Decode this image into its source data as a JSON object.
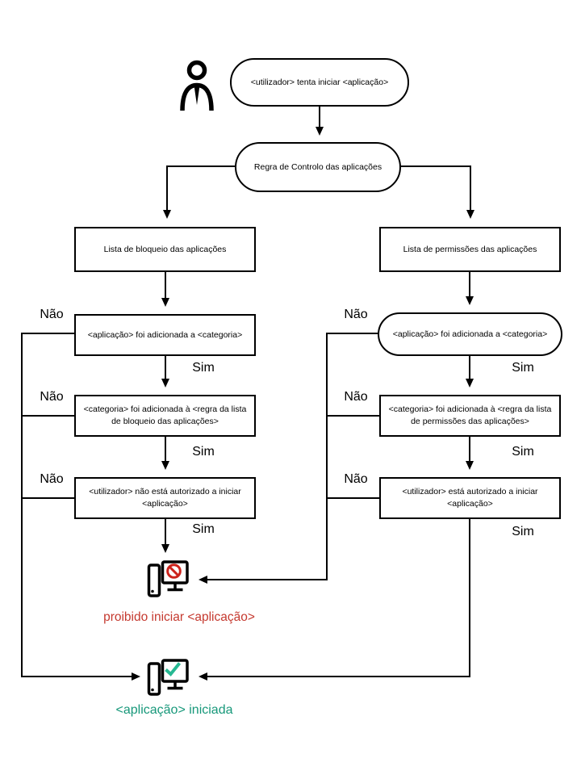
{
  "labels": {
    "yes": "Sim",
    "no": "Não"
  },
  "colors": {
    "line": "#000000",
    "blocked_text": "#c5392f",
    "prohibition_sign": "#cc231c",
    "started_text": "#17987a",
    "check_mark": "#26b892"
  },
  "nodes": {
    "start": "<utilizador> tenta iniciar <aplicação>",
    "rule": "Regra de Controlo das aplicações",
    "blocklist": "Lista de bloqueio das aplicações",
    "allowlist": "Lista de permissões das aplicações",
    "block_check_category": "<aplicação> foi adicionada a <categoria>",
    "block_check_rule": "<categoria> foi adicionada à <regra da lista de bloqueio das aplicações>",
    "block_check_user": "<utilizador> não está autorizado a iniciar <aplicação>",
    "allow_check_category": "<aplicação> foi adicionada a <categoria>",
    "allow_check_rule": "<categoria> foi adicionada à <regra da lista de permissões das aplicações>",
    "allow_check_user": "<utilizador> está autorizado a iniciar <aplicação>",
    "result_blocked": "proibido iniciar <aplicação>",
    "result_started": "<aplicação> iniciada"
  }
}
